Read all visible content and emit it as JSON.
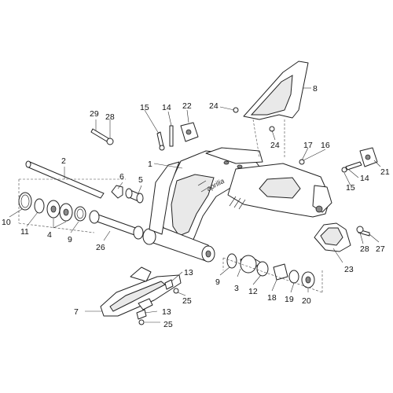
{
  "diagram": {
    "brand_label": "aprilia",
    "callouts": [
      {
        "id": "c1",
        "text": "1"
      },
      {
        "id": "c2",
        "text": "2"
      },
      {
        "id": "c3",
        "text": "3"
      },
      {
        "id": "c4",
        "text": "4"
      },
      {
        "id": "c5",
        "text": "5"
      },
      {
        "id": "c6",
        "text": "6"
      },
      {
        "id": "c7",
        "text": "7"
      },
      {
        "id": "c8",
        "text": "8"
      },
      {
        "id": "c9a",
        "text": "9"
      },
      {
        "id": "c9b",
        "text": "9"
      },
      {
        "id": "c10",
        "text": "10"
      },
      {
        "id": "c11",
        "text": "11"
      },
      {
        "id": "c12",
        "text": "12"
      },
      {
        "id": "c13a",
        "text": "13"
      },
      {
        "id": "c13b",
        "text": "13"
      },
      {
        "id": "c14a",
        "text": "14"
      },
      {
        "id": "c14b",
        "text": "14"
      },
      {
        "id": "c15a",
        "text": "15"
      },
      {
        "id": "c15b",
        "text": "15"
      },
      {
        "id": "c16",
        "text": "16"
      },
      {
        "id": "c17",
        "text": "17"
      },
      {
        "id": "c18",
        "text": "18"
      },
      {
        "id": "c19",
        "text": "19"
      },
      {
        "id": "c20",
        "text": "20"
      },
      {
        "id": "c21",
        "text": "21"
      },
      {
        "id": "c22",
        "text": "22"
      },
      {
        "id": "c23",
        "text": "23"
      },
      {
        "id": "c24a",
        "text": "24"
      },
      {
        "id": "c24b",
        "text": "24"
      },
      {
        "id": "c25a",
        "text": "25"
      },
      {
        "id": "c25b",
        "text": "25"
      },
      {
        "id": "c26",
        "text": "26"
      },
      {
        "id": "c27",
        "text": "27"
      },
      {
        "id": "c28a",
        "text": "28"
      },
      {
        "id": "c28b",
        "text": "28"
      },
      {
        "id": "c29",
        "text": "29"
      }
    ]
  }
}
